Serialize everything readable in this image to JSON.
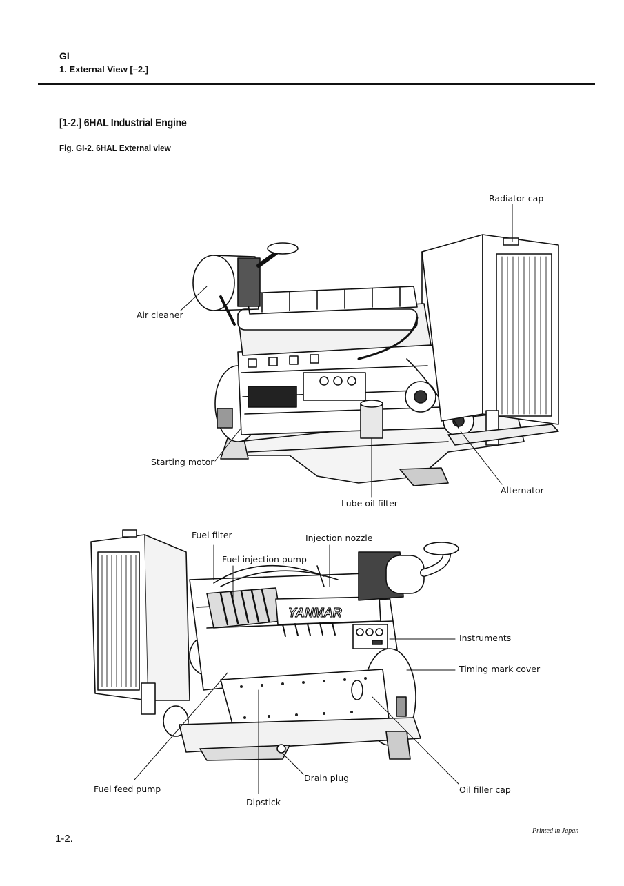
{
  "header": {
    "code": "GI",
    "subtitle": "1. External View [–2.]"
  },
  "section_title": "[1-2.] 6HAL Industrial Engine",
  "figure_caption": "Fig. GI-2.  6HAL External view",
  "top_view": {
    "labels": {
      "radiator_cap": "Radiator cap",
      "air_cleaner": "Air cleaner",
      "starting_motor": "Starting motor",
      "lube_oil_filter": "Lube oil filter",
      "alternator": "Alternator"
    }
  },
  "bottom_view": {
    "labels": {
      "fuel_filter": "Fuel filter",
      "injection_nozzle": "Injection nozzle",
      "fuel_injection_pump": "Fuel injection pump",
      "instruments": "Instruments",
      "timing_mark_cover": "Timing mark cover",
      "drain_plug": "Drain plug",
      "fuel_feed_pump": "Fuel feed pump",
      "oil_filler_cap": "Oil filler cap",
      "dipstick": "Dipstick"
    },
    "brand_text": "YANMAR"
  },
  "footer": {
    "page_number": "1-2.",
    "printed": "Printed in Japan"
  }
}
